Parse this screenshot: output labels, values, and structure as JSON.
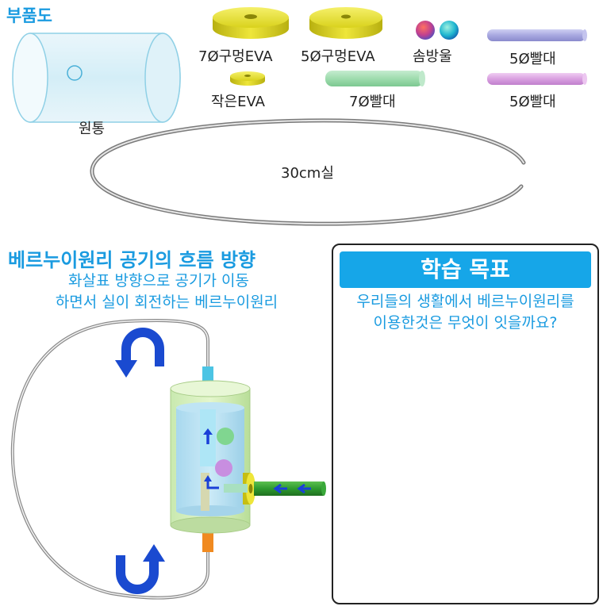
{
  "parts": {
    "title": "부품도",
    "cylinder_label": "원통",
    "eva7_label": "7Ø구멍EVA",
    "eva5_label": "5Ø구멍EVA",
    "pompom_label": "솜방울",
    "straw5_label_top": "5Ø빨대",
    "small_eva_label": "작은EVA",
    "straw7_label": "7Ø빨대",
    "straw5_label_bottom": "5Ø빨대",
    "thread_label": "30cm실"
  },
  "flow": {
    "title": "베르누이원리 공기의 흐름 방향",
    "line1": "화살표 방향으로 공기가 이동",
    "line2": "하면서 실이 회전하는 베르누이원리"
  },
  "goal": {
    "banner": "학습 목표",
    "line1": "우리들의 생활에서 베르누이원리를",
    "line2": "이용한것은 무엇이 잇을까요?"
  },
  "colors": {
    "accent": "#1a9be0",
    "banner": "#16a6e8",
    "eva_yellow": "#e8e22a",
    "straw_green": "#9fdcae",
    "straw_purple": "#a8a8e0",
    "straw_pink": "#d9a0e0",
    "arrow_blue": "#1a4ad0"
  }
}
